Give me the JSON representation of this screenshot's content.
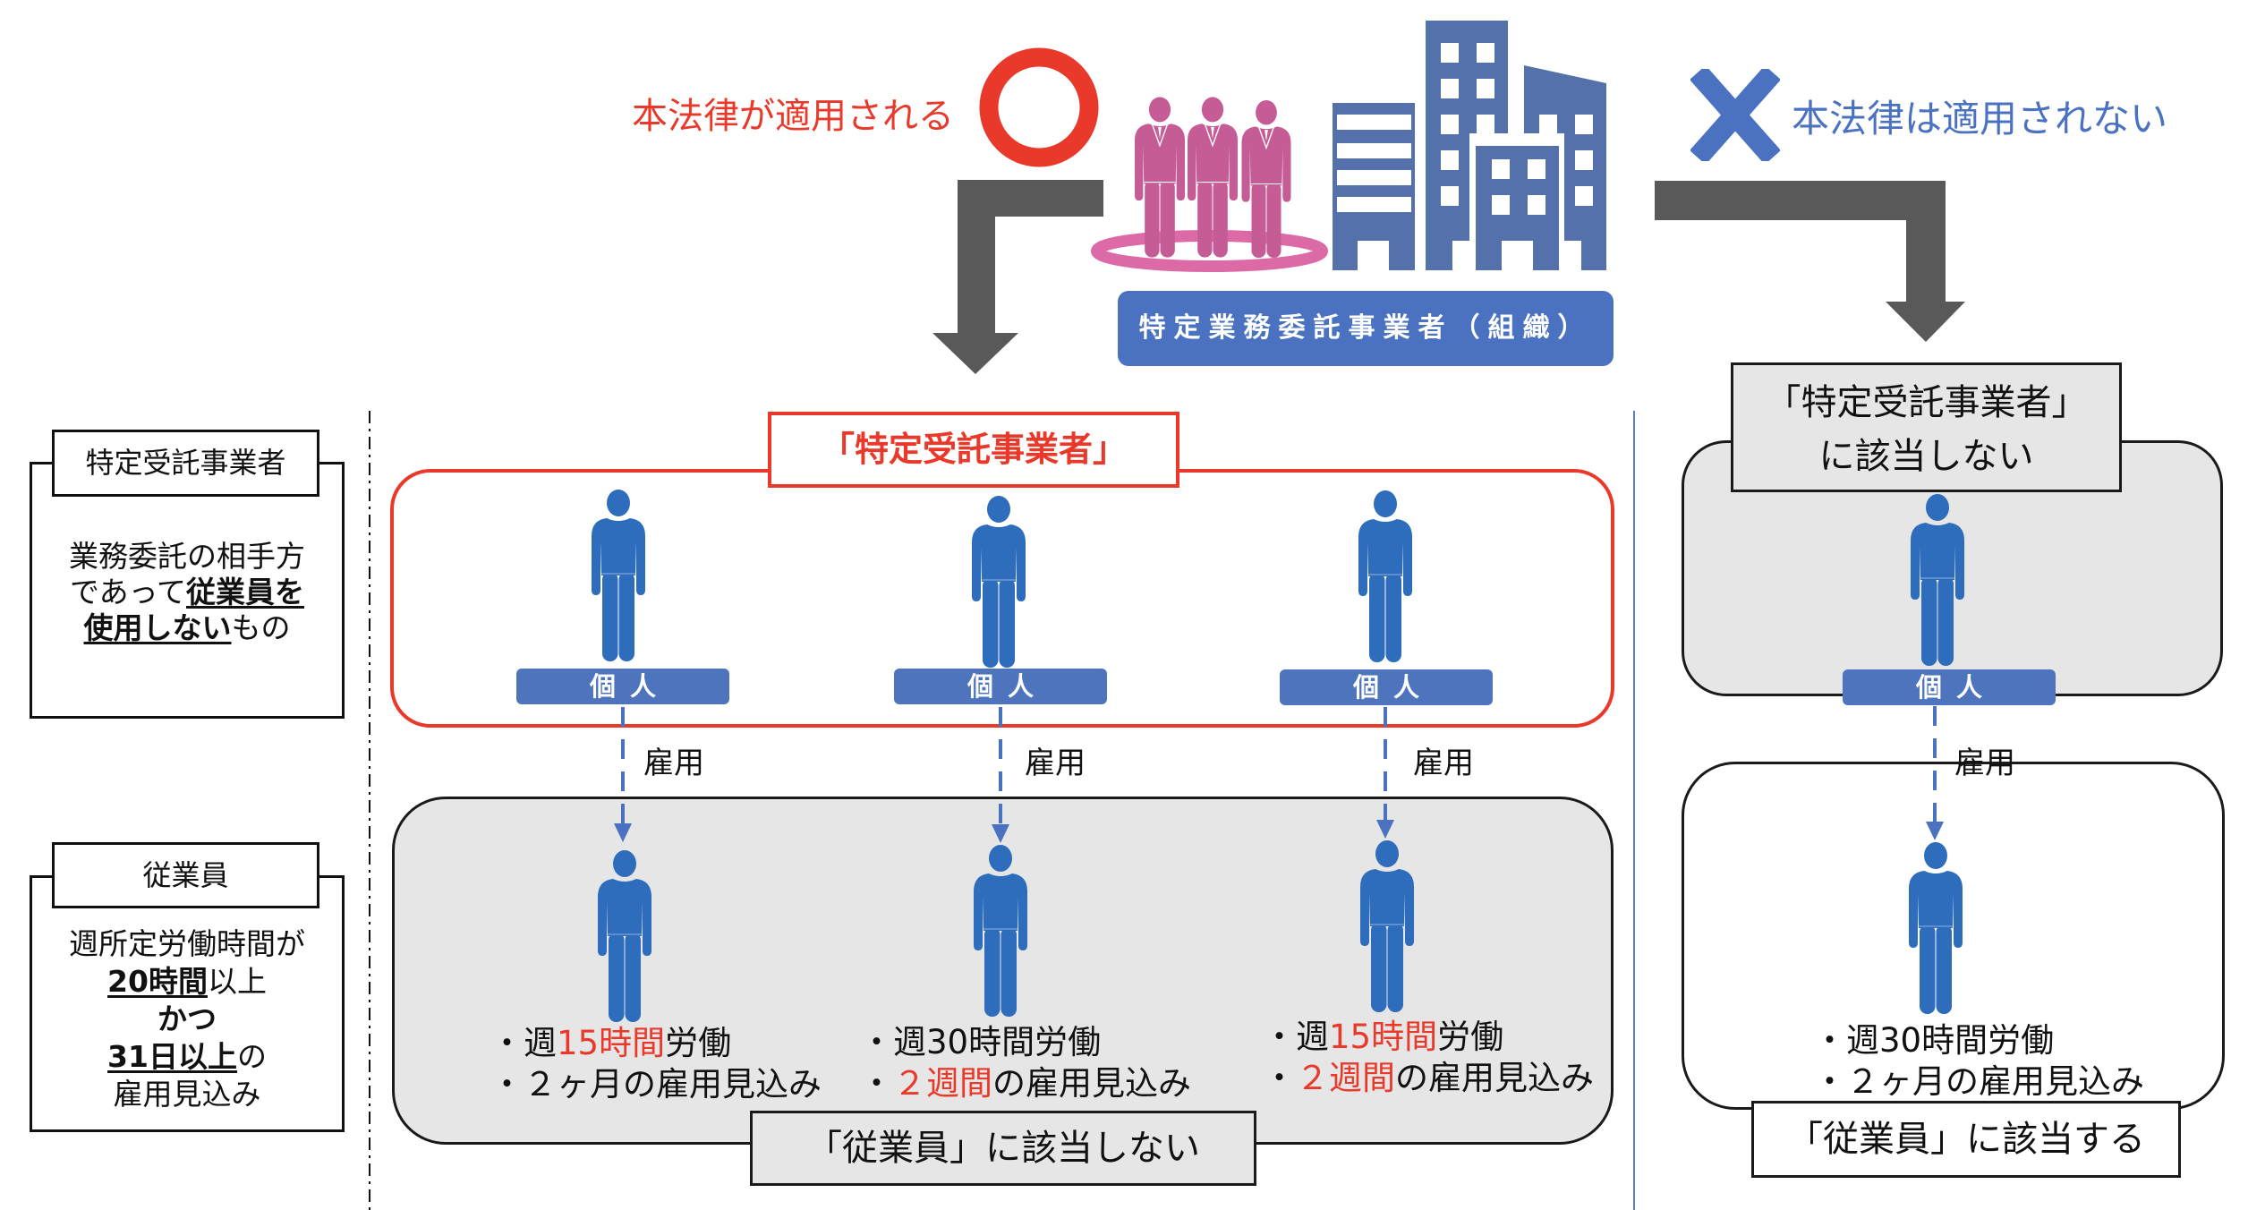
{
  "colors": {
    "applies_red": "#e8392a",
    "not_applies_blue": "#4a72c0",
    "person_blue": "#2e6cbc",
    "label_blue": "#4e74bd",
    "organization_pink": "#c55c96",
    "building_blue": "#5471ab",
    "arrow_grey": "#595959",
    "panel_grey": "#e6e6e6"
  },
  "header": {
    "applies": {
      "label": "本法律が適用される",
      "icon": "circle-mark-icon"
    },
    "not_applies": {
      "label": "本法律は適用されない",
      "icon": "cross-mark-icon"
    },
    "organization": {
      "label": "特定業務委託事業者（組織）",
      "icons": [
        "business-people-icon",
        "office-buildings-icon"
      ]
    }
  },
  "definitions": [
    {
      "title": "特定受託事業者",
      "lines": [
        [
          {
            "text": "業務委託の相手方"
          }
        ],
        [
          {
            "text": "であって"
          },
          {
            "text": "従業員を",
            "emphasis": true
          }
        ],
        [
          {
            "text": "使用しない",
            "emphasis": true
          },
          {
            "text": "もの"
          }
        ]
      ]
    },
    {
      "title": "従業員",
      "lines": [
        [
          {
            "text": "週所定労働時間が"
          }
        ],
        [
          {
            "text": "20時間",
            "emphasis": true
          },
          {
            "text": "以上"
          }
        ],
        [
          {
            "text": "かつ",
            "bold": true
          }
        ],
        [
          {
            "text": "31日以上",
            "emphasis": true
          },
          {
            "text": "の"
          }
        ],
        [
          {
            "text": "雇用見込み"
          }
        ]
      ]
    }
  ],
  "applied": {
    "group_label": "「特定受託事業者」",
    "individual_label": "個人",
    "employment_label": "雇用",
    "workers": [
      {
        "lines": [
          [
            {
              "text": "・週"
            },
            {
              "text": "15時間",
              "highlight": true
            },
            {
              "text": "労働"
            }
          ],
          [
            {
              "text": "・２ヶ月の雇用見込み"
            }
          ]
        ]
      },
      {
        "lines": [
          [
            {
              "text": "・週30時間労働"
            }
          ],
          [
            {
              "text": "・"
            },
            {
              "text": "２週間",
              "highlight": true
            },
            {
              "text": "の雇用見込み"
            }
          ]
        ]
      },
      {
        "lines": [
          [
            {
              "text": "・週"
            },
            {
              "text": "15時間",
              "highlight": true
            },
            {
              "text": "労働"
            }
          ],
          [
            {
              "text": "・"
            },
            {
              "text": "２週間",
              "highlight": true
            },
            {
              "text": "の雇用見込み"
            }
          ]
        ]
      }
    ],
    "workers_result": "「従業員」に該当しない"
  },
  "not_applied": {
    "group_label_lines": [
      "「特定受託事業者」",
      "に該当しない"
    ],
    "individual_label": "個人",
    "employment_label": "雇用",
    "worker": {
      "lines": [
        [
          {
            "text": "・週30時間労働"
          }
        ],
        [
          {
            "text": "・２ヶ月の雇用見込み"
          }
        ]
      ]
    },
    "worker_result": "「従業員」に該当する"
  }
}
